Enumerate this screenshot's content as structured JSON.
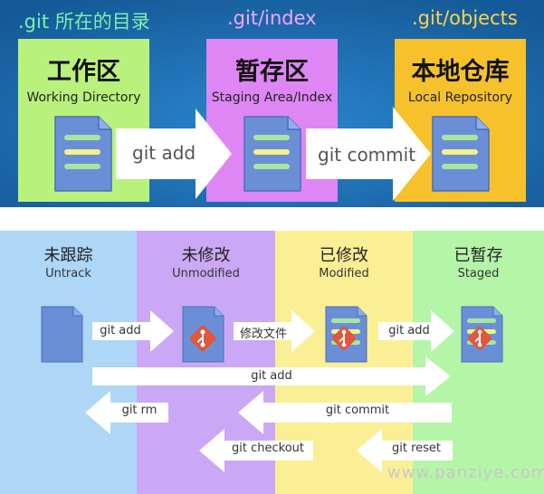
{
  "top": {
    "areas": [
      {
        "location": ".git 所在的目录",
        "title": "工作区",
        "subtitle": "Working Directory",
        "color": "#b8f27c",
        "label_color": "#7cf0b0"
      },
      {
        "location": ".git/index",
        "title": "暂存区",
        "subtitle": "Staging Area/Index",
        "color": "#df86f5",
        "label_color": "#f0a8ff"
      },
      {
        "location": ".git/objects",
        "title": "本地仓库",
        "subtitle": "Local Repository",
        "color": "#f7c12b",
        "label_color": "#ffd34d"
      }
    ],
    "arrows": [
      {
        "label": "git add"
      },
      {
        "label": "git commit"
      }
    ]
  },
  "states": [
    {
      "title": "未跟踪",
      "subtitle": "Untrack",
      "color": "#add6f7"
    },
    {
      "title": "未修改",
      "subtitle": "Unmodified",
      "color": "#cba8f5"
    },
    {
      "title": "已修改",
      "subtitle": "Modified",
      "color": "#fbef95"
    },
    {
      "title": "已暂存",
      "subtitle": "Staged",
      "color": "#b4f5a8"
    }
  ],
  "transitions": {
    "row_short": [
      "git add",
      "修改文件",
      "git add"
    ],
    "long_add": "git add",
    "git_rm": "git rm",
    "git_commit": "git commit",
    "git_checkout": "git checkout",
    "git_reset": "git reset"
  },
  "colors": {
    "panel_blue": "#1b6fb5",
    "doc_blue": "#6b8fd6",
    "doc_green": "#a8e6a0",
    "doc_yellow": "#f5f08a",
    "git_logo": "#e2563b"
  },
  "watermark": "www.panziye.com"
}
